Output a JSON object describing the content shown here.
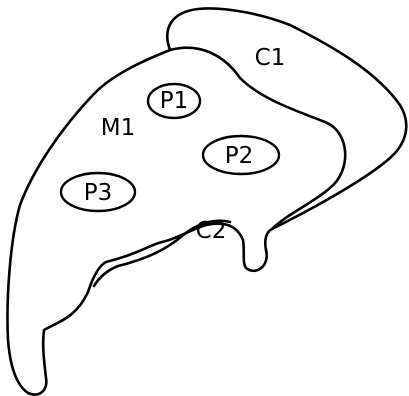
{
  "labels": {
    "crust_top": "C1",
    "crust_drip": "C2",
    "cheese_region": "M1",
    "pepperoni_1": "P1",
    "pepperoni_2": "P2",
    "pepperoni_3": "P3"
  },
  "colors": {
    "stroke": "#000000",
    "background": "#ffffff"
  }
}
